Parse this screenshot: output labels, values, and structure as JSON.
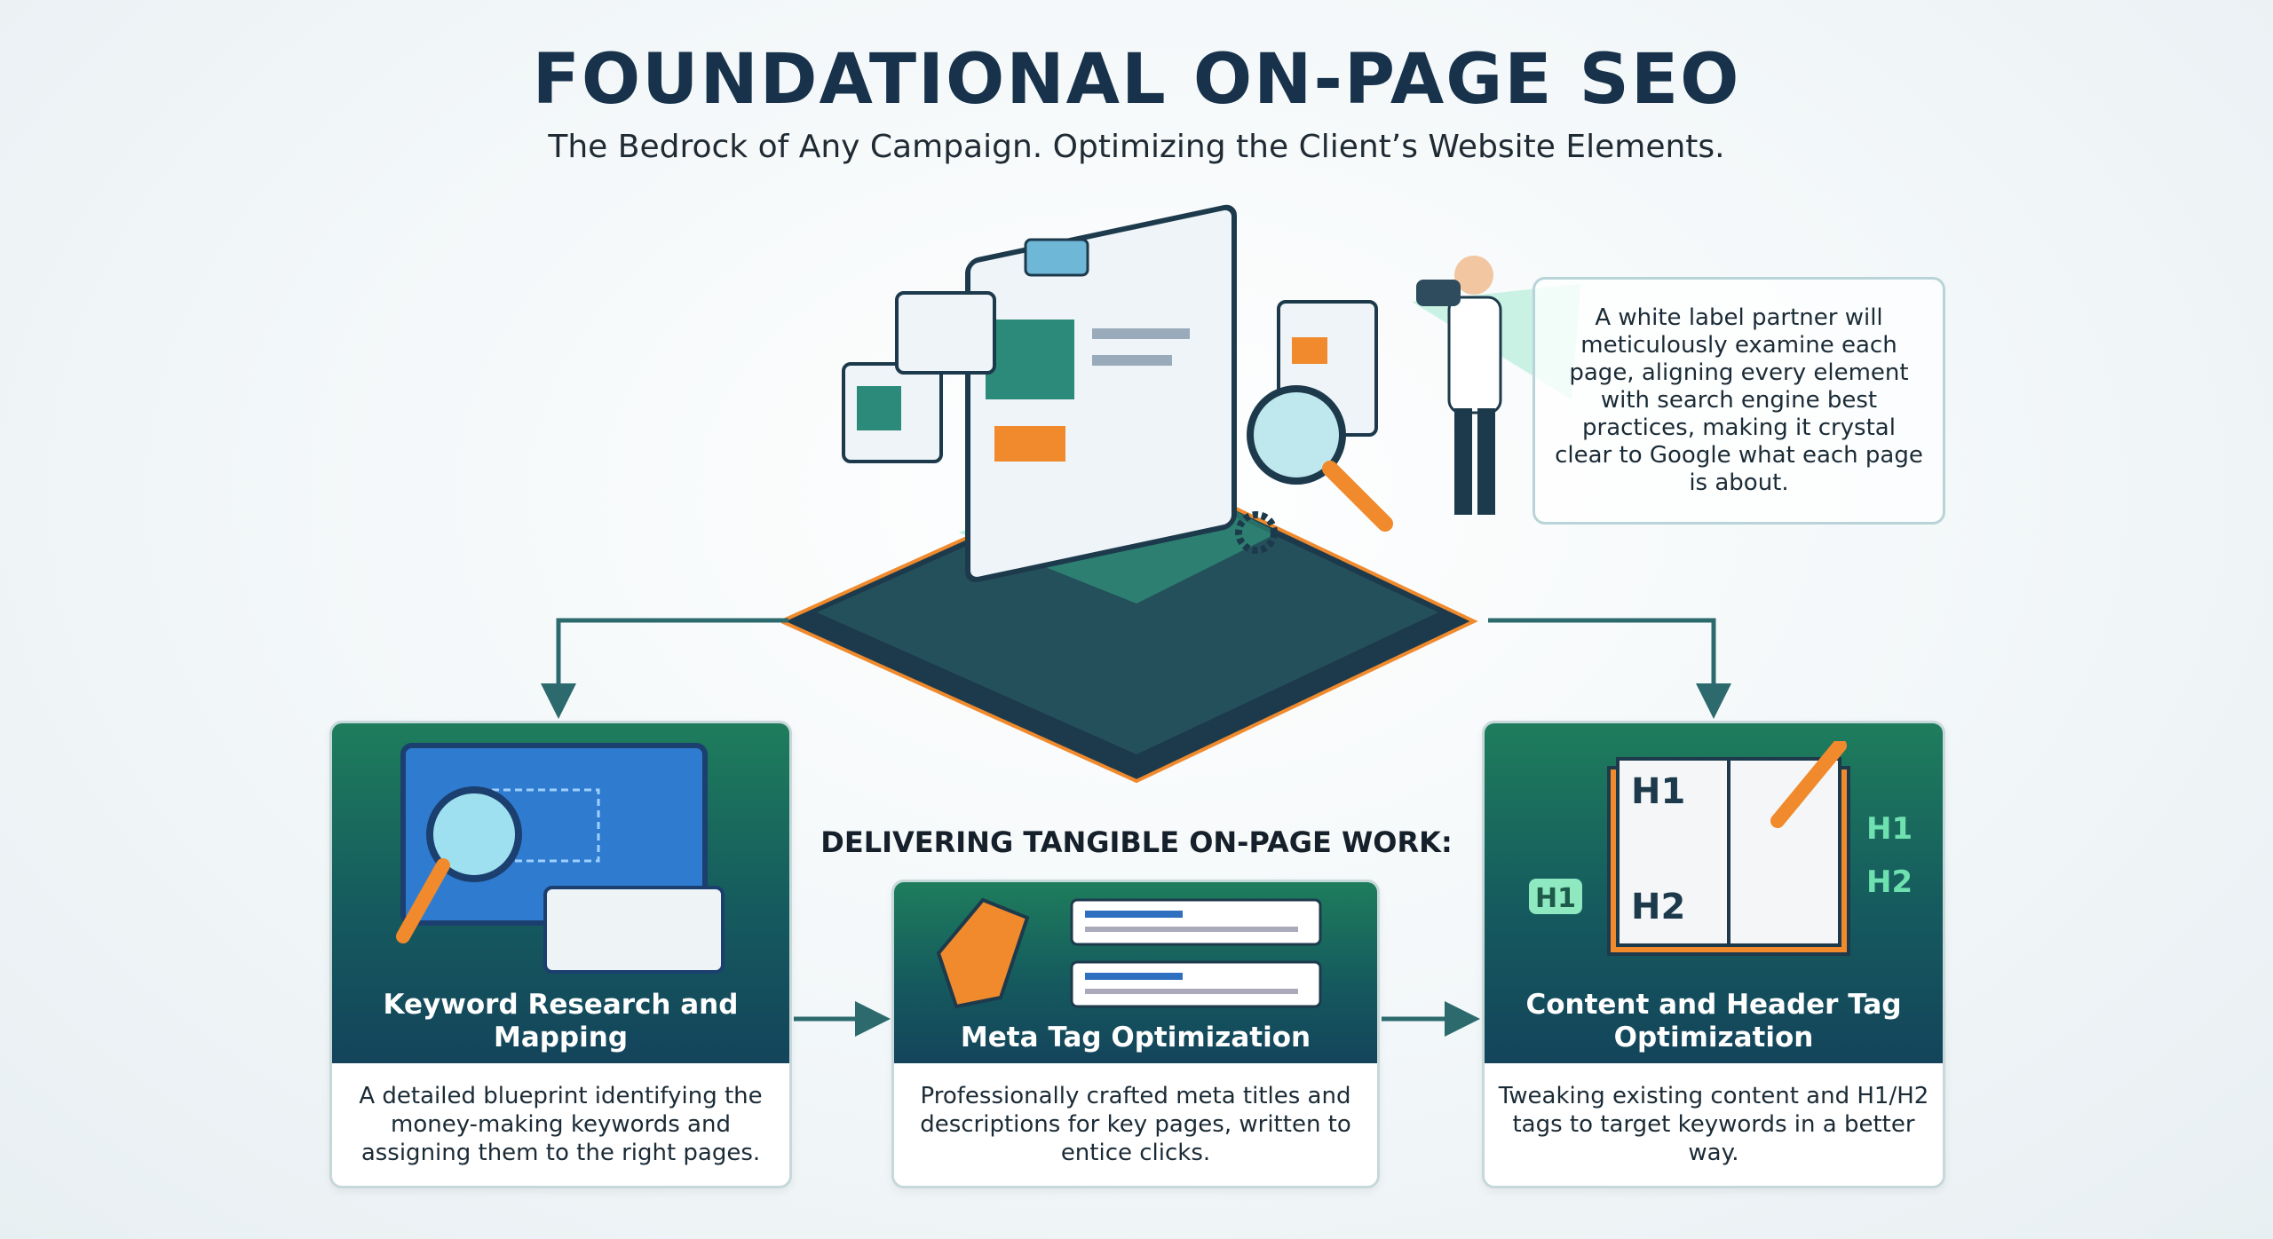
{
  "header": {
    "title": "FOUNDATIONAL ON-PAGE SEO",
    "subtitle": "The Bedrock of Any Campaign. Optimizing the Client’s Website Elements."
  },
  "callout": {
    "text": "A white label partner will meticulously examine each page, aligning every element with search engine best practices, making it crystal clear to Google what each page is about."
  },
  "section_label": "DELIVERING TANGIBLE ON-PAGE WORK:",
  "cards": [
    {
      "title": "Keyword Research and Mapping",
      "description": "A detailed blueprint identifying the money-making keywords and assigning them to the right pages."
    },
    {
      "title": "Meta Tag Optimization",
      "description": "Professionally crafted meta titles and descriptions for key pages, written to entice clicks."
    },
    {
      "title": "Content and Header Tag Optimization",
      "description": "Tweaking existing content and H1/H2 tags to target keywords in a better way.",
      "icon_labels": [
        "H1",
        "H2",
        "H1",
        "H1",
        "H2"
      ]
    }
  ],
  "colors": {
    "green": "#1e7d5c",
    "navy": "#14445b",
    "orange": "#f08a2c",
    "title": "#17324a"
  }
}
